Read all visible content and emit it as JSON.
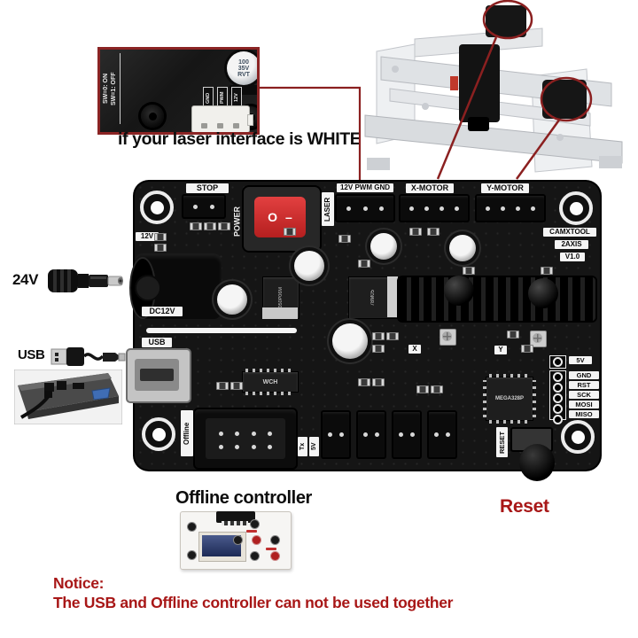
{
  "annotations": {
    "laser_caption": "if your laser interface is WHITE",
    "power_24v_label": "24V",
    "usb_label": "USB",
    "offline_controller_label": "Offline controller",
    "reset_label": "Reset",
    "notice_title": "Notice:",
    "notice_body": "The USB and Offline controller can not be used together"
  },
  "laser_inset": {
    "switch_on": "SW=0: ON",
    "switch_off": "SW=1: OFF",
    "capacitor": [
      "100",
      "35V",
      "RVT"
    ],
    "pins": [
      "GND",
      "PWM",
      "12V"
    ]
  },
  "board": {
    "top_labels": {
      "stop": "STOP",
      "pwm_header": "12V PWM GND",
      "x_motor": "X-MOTOR",
      "y_motor": "Y-MOTOR"
    },
    "side_labels": {
      "power": "POWER",
      "laser": "LASER",
      "v12": "12V",
      "dc12v": "DC12V",
      "usb": "USB",
      "offline": "Offline",
      "tx": "Tx",
      "v5_bottom": "5V",
      "reset": "RESET",
      "x_pot": "X",
      "y_pot": "Y"
    },
    "brand": {
      "line1": "CAMXTOOL",
      "line2": "2AXIS",
      "line3": "V1.0"
    },
    "isp": {
      "v5": "5V",
      "pins": [
        "GND",
        "RST",
        "SCK",
        "MOSI",
        "MISO"
      ]
    },
    "chips": {
      "mcu": "MEGA328P",
      "usb_bridge": "WCH",
      "regulator": "78M05",
      "mosfet": "050P06M"
    },
    "power_switch": {
      "on_glyph": "O",
      "off_glyph": "–"
    }
  },
  "colors": {
    "annotation_red": "#8b2020",
    "notice_red": "#a81717",
    "switch_red": "#cf2b2b",
    "board_black": "#151515"
  }
}
